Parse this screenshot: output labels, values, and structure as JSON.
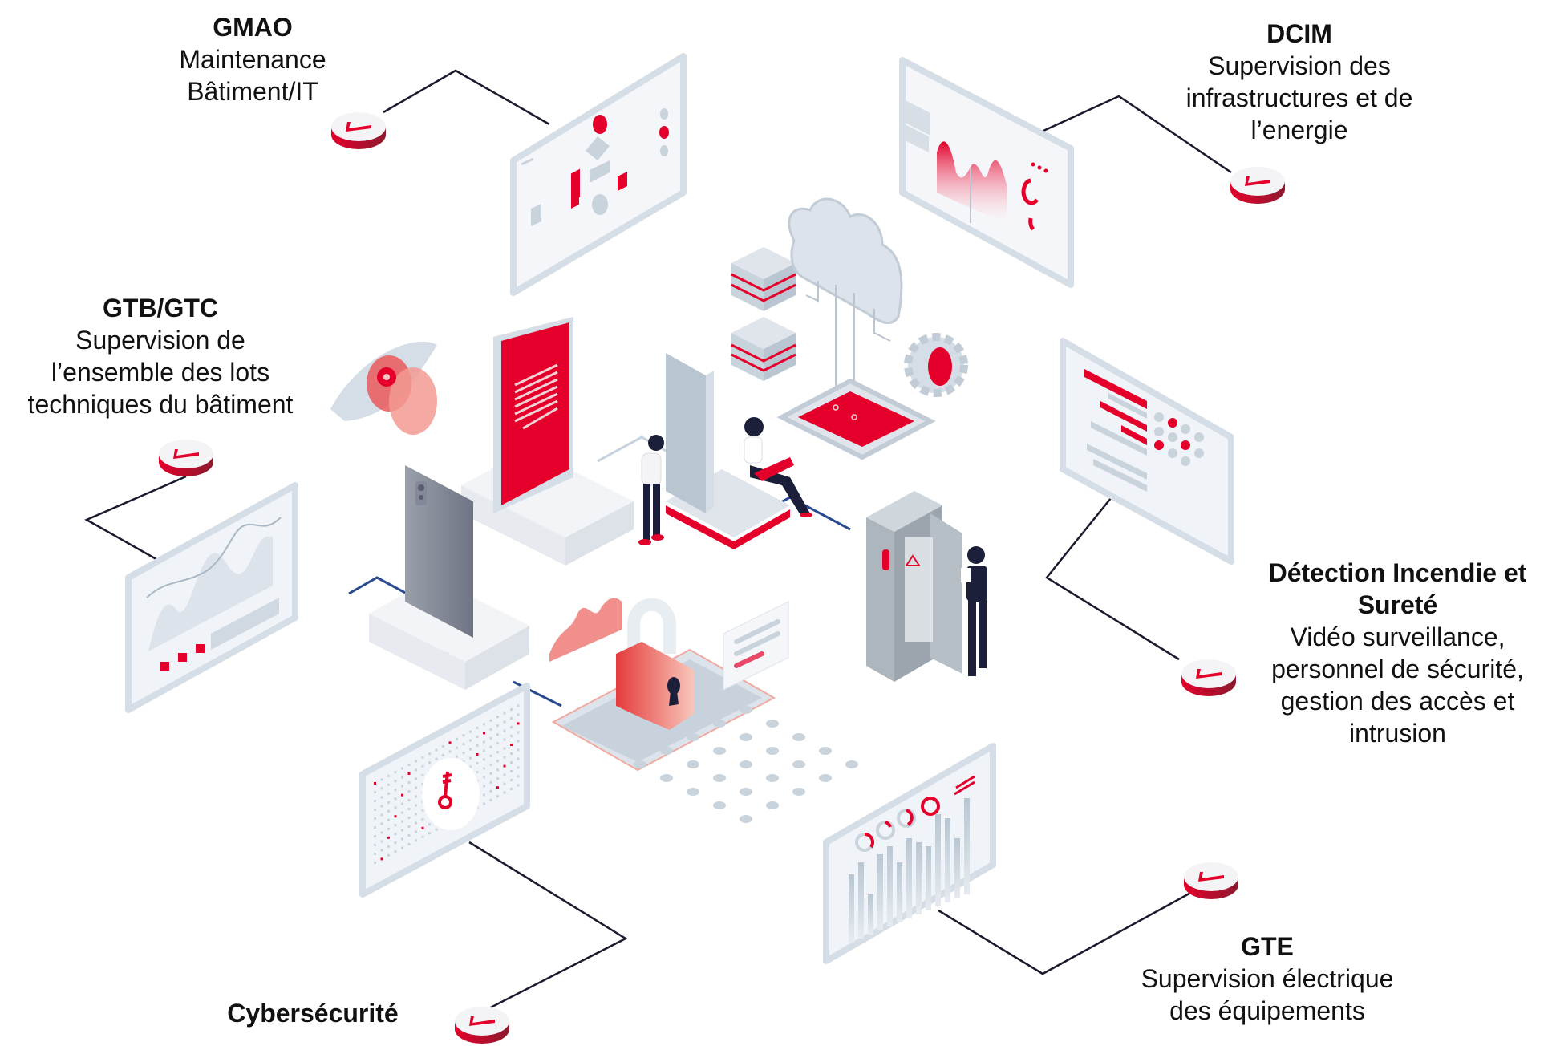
{
  "colors": {
    "accent": "#e4002b",
    "panel": "#eef1f5",
    "panel_border": "#d5dde6",
    "steel": "#b9c6d1",
    "line": "#1a1a2e",
    "navy_line": "#2a4a8f"
  },
  "labels": {
    "gmao": {
      "title": "GMAO",
      "lines": [
        "Maintenance",
        "Bâtiment/IT"
      ]
    },
    "dcim": {
      "title": "DCIM",
      "lines": [
        "Supervision des",
        "infrastructures et de",
        "l’energie"
      ]
    },
    "gtb": {
      "title": "GTB/GTC",
      "lines": [
        "Supervision de",
        "l’ensemble des lots",
        "techniques du bâtiment"
      ]
    },
    "incendie": {
      "title_lines": [
        "Détection Incendie et",
        "Sureté"
      ],
      "lines": [
        "Vidéo surveillance,",
        "personnel de sécurité,",
        "gestion des accès et",
        "intrusion"
      ]
    },
    "gte": {
      "title": "GTE",
      "lines": [
        "Supervision électrique",
        "des équipements"
      ]
    },
    "cyber": {
      "title": "Cybersécurité"
    }
  },
  "icons": {
    "hotspot": "hotspot-button-icon",
    "cloud": "cloud-icon",
    "server": "server-stack-icon",
    "chip": "processor-chip-icon",
    "gear": "gear-icon",
    "eye": "eye-icon",
    "tablet": "tablet-icon",
    "phone": "smartphone-icon",
    "padlock": "padlock-icon",
    "key": "key-icon",
    "cabinet": "electrical-cabinet-icon",
    "extinguisher": "fire-extinguisher-icon"
  }
}
